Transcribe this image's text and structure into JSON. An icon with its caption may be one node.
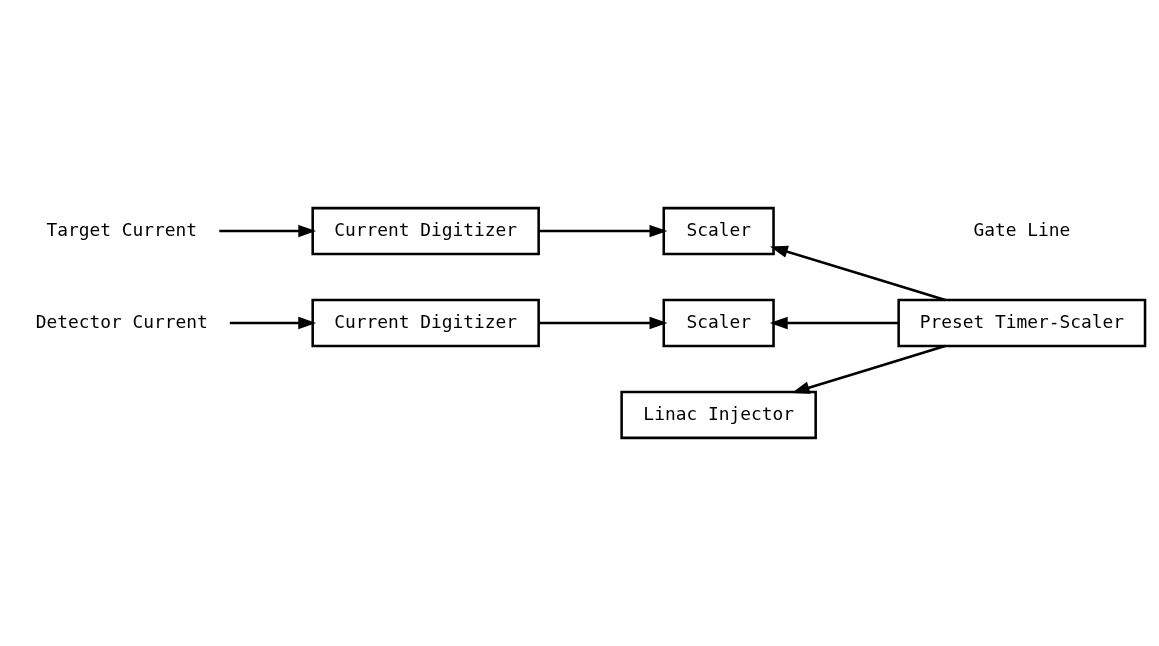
{
  "diagram": {
    "nodes": [
      {
        "text": [
          "Preset Timer-Scaler"
        ]
      },
      {
        "text": [
          "Target Current"
        ]
      },
      {
        "text": [
          "Current Digitizer"
        ]
      },
      {
        "text": [
          "Scaler"
        ]
      },
      {
        "text": [
          "Detector Current"
        ]
      },
      {
        "text": [
          "Current Digitizer"
        ]
      },
      {
        "text": [
          "Scaler"
        ]
      },
      {
        "text": [
          "Linac Injector"
        ]
      }
    ],
    "edges": [
      {
        "from": 1,
        "to": 2,
        "arrow": "to"
      },
      {
        "from": 2,
        "to": 3,
        "arrow": "to"
      },
      {
        "from": 4,
        "to": 5,
        "arrow": "to"
      },
      {
        "from": 5,
        "to": 6,
        "arrow": "to"
      },
      {
        "from": 0,
        "to": 3,
        "arrow": "to"
      },
      {
        "from": 0,
        "to": 6,
        "arrow": "to"
      },
      {
        "from": 0,
        "to": 7,
        "arrow": "to"
      }
    ],
    "labels": [
      "Gate Line"
    ]
  }
}
